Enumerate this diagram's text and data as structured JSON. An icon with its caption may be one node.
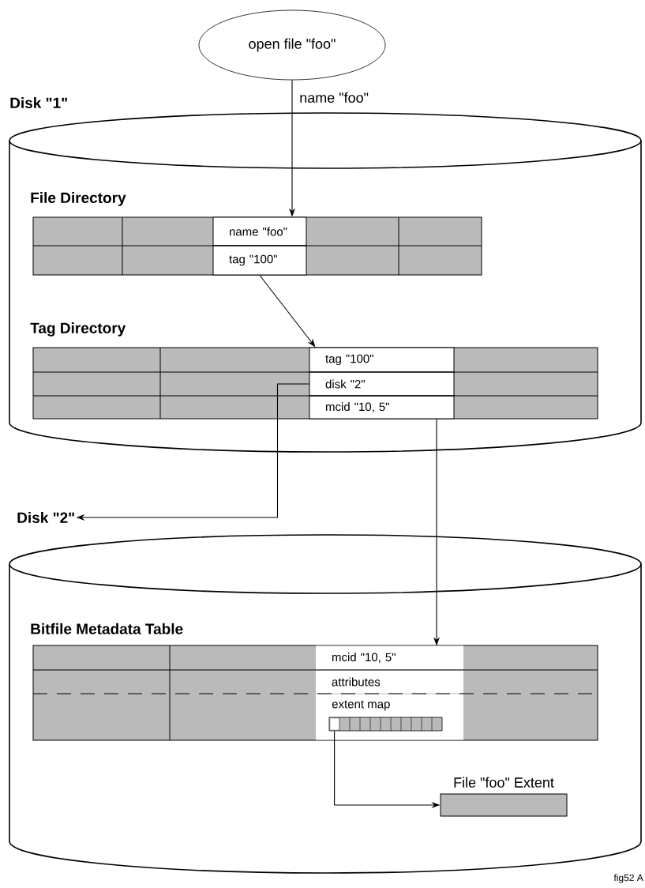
{
  "diagram": {
    "nodes": [
      {
        "text": [
          "open file \"foo\""
        ]
      },
      {
        "text": [
          "Disk \"1\""
        ]
      },
      {
        "text": [
          "File Directory"
        ],
        "in": 1
      },
      {
        "text": [
          "name \"foo\""
        ],
        "in": 2
      },
      {
        "text": [
          "tag \"100\""
        ],
        "in": 2
      },
      {
        "text": [
          "Tag Directory"
        ],
        "in": 1
      },
      {
        "text": [
          "tag \"100\""
        ],
        "in": 5
      },
      {
        "text": [
          "disk \"2\""
        ],
        "in": 5
      },
      {
        "text": [
          "mcid \"10, 5\""
        ],
        "in": 5
      },
      {
        "text": [
          "Disk \"2\""
        ]
      },
      {
        "text": [],
        "shape": "cylinder"
      },
      {
        "text": [
          "Bitfile Metadata Table"
        ],
        "in": 10
      },
      {
        "text": [
          "mcid \"10, 5\""
        ],
        "in": 11
      },
      {
        "text": [
          "attributes"
        ],
        "in": 11
      },
      {
        "text": [
          "extent map"
        ],
        "in": 11
      },
      {
        "text": [],
        "shape": "bar",
        "in": 14
      },
      {
        "text": [
          "File \"foo\" Extent"
        ],
        "in": 10
      }
    ],
    "edges": [
      {
        "from": 0,
        "to": 3,
        "arrow": "to",
        "label": "name \"foo\""
      },
      {
        "from": 4,
        "to": 6,
        "arrow": "to"
      },
      {
        "from": 7,
        "to": 9,
        "arrow": "to"
      },
      {
        "from": 8,
        "to": 12,
        "arrow": "to"
      },
      {
        "from": 15,
        "to": 16,
        "arrow": "to"
      }
    ],
    "labels": [
      "fig52 A"
    ]
  }
}
